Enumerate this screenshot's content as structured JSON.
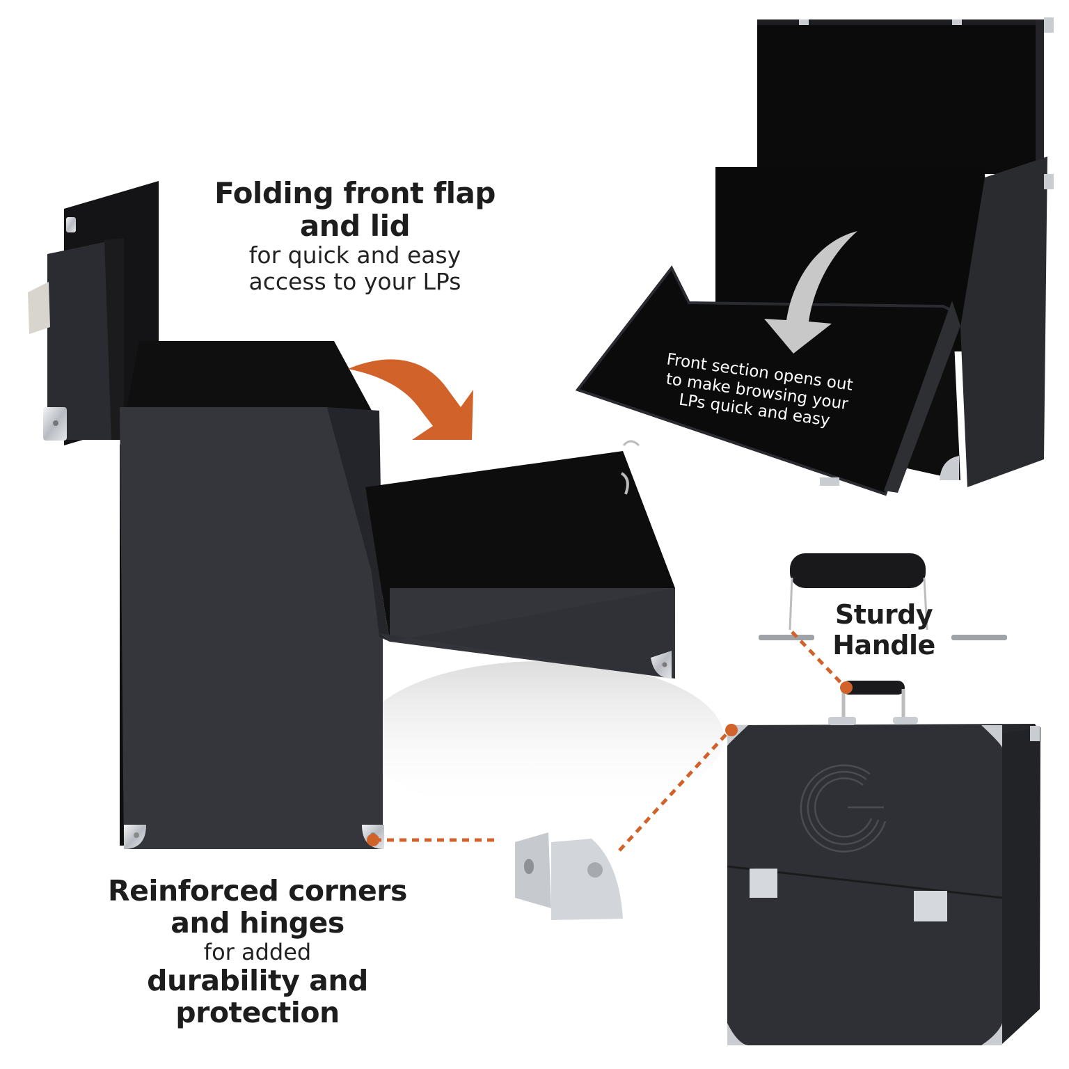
{
  "captions": {
    "folding": {
      "title_line1": "Folding front flap",
      "title_line2": "and lid",
      "sub_line1": "for quick and easy",
      "sub_line2": "access to your LPs"
    },
    "front_section": {
      "line1": "Front section opens out",
      "line2": "to make browsing your",
      "line3": "LPs quick and easy"
    },
    "handle": {
      "line1": "Sturdy",
      "line2": "Handle"
    },
    "corners": {
      "title_line1": "Reinforced corners",
      "title_line2": "and hinges",
      "sub_line1": "for added",
      "emph_line1": "durability and",
      "emph_line2": "protection"
    }
  },
  "colors": {
    "background": "#ffffff",
    "text": "#1d1d1d",
    "accent_orange": "#d0622a",
    "case_black": "#2a2b30",
    "case_interior": "#0e0e0f",
    "metal": "#c9ccd1",
    "silver_arrow": "#c8c8c8"
  },
  "icons": {
    "curved_arrow_orange": "curved-arrow-down-right",
    "curved_arrow_silver": "curved-arrow-down",
    "brand_logo": "g-logo-embossed"
  }
}
